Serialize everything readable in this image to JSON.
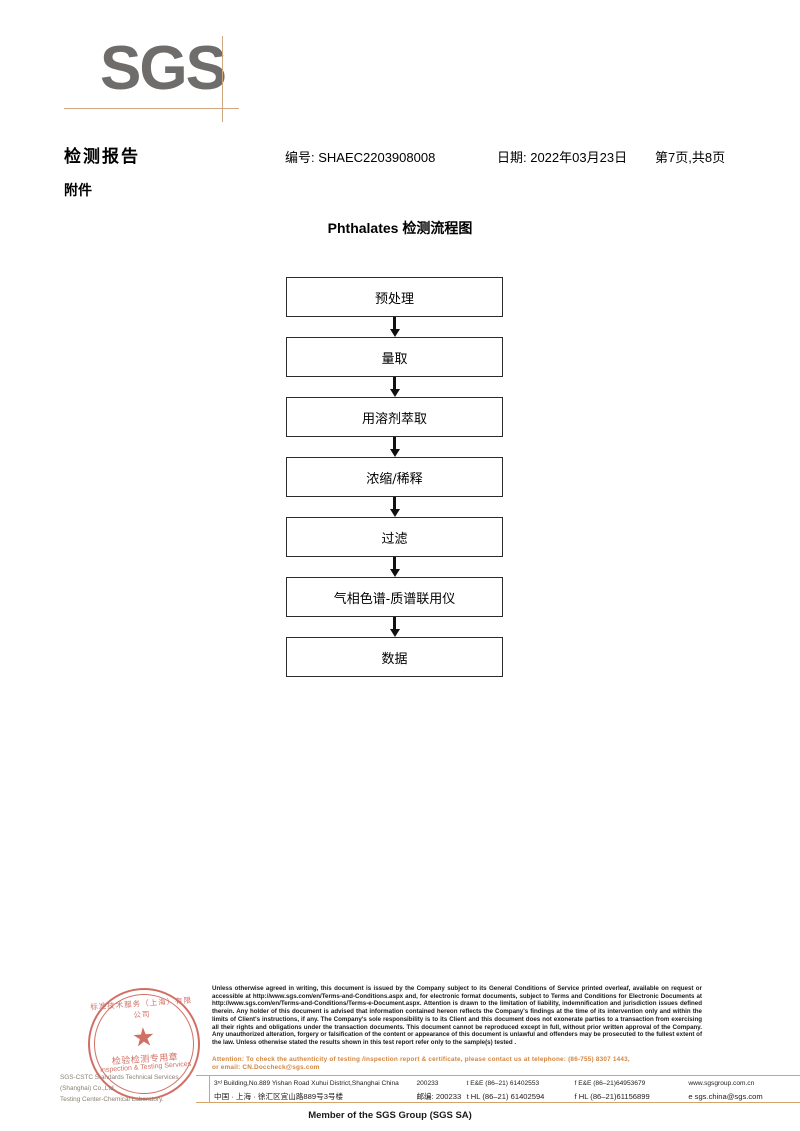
{
  "logo": {
    "wordmark": "SGS"
  },
  "header": {
    "title": "检测报告",
    "subtitle": "附件",
    "report_no": "编号: SHAEC2203908008",
    "date": "日期: 2022年03月23日",
    "page": "第7页,共8页"
  },
  "flowchart": {
    "title": "Phthalates 检测流程图",
    "steps": [
      {
        "label": "预处理"
      },
      {
        "label": "量取"
      },
      {
        "label": "用溶剂萃取"
      },
      {
        "label": "浓缩/稀释"
      },
      {
        "label": "过滤"
      },
      {
        "label": "气相色谱-质谱联用仪"
      },
      {
        "label": "数据"
      }
    ]
  },
  "stamp": {
    "arc_top": "标准技术服务（上海）有限公司",
    "cn_label": "检验检测专用章",
    "en_label": "Inspection & Testing Services",
    "star": "★",
    "color": "#c0392b"
  },
  "footer": {
    "company_line1": "SGS-CSTC Standards Technical Services (Shanghai) Co.,Ltd.",
    "company_line2": "Testing Center-Chemical Laboratory.",
    "legal": "Unless otherwise agreed in writing, this document is issued by the Company subject to its General Conditions of Service printed overleaf, available on request or accessible at http://www.sgs.com/en/Terms-and-Conditions.aspx and, for electronic format documents, subject to Terms and Conditions for Electronic Documents at http://www.sgs.com/en/Terms-and-Conditions/Terms-e-Document.aspx. Attention is drawn to the limitation of liability, indemnification and jurisdiction issues defined therein. Any holder of this document is advised that information contained hereon reflects the Company's findings at the time of its intervention only and within the limits of Client's instructions, if any. The Company's sole responsibility is to its Client and this document does not exonerate parties to a transaction from exercising all their rights and obligations under the transaction documents. This document cannot be reproduced except in full, without prior written approval of the Company. Any unauthorized alteration, forgery or falsification of the content or appearance of this document is unlawful and offenders may be prosecuted to the fullest extent of the law. Unless otherwise stated the results shown in this test report refer only to the sample(s) tested .",
    "attention_line1": "Attention: To check the authenticity of testing /inspection report & certificate, please contact us at telephone: (86-755) 8307 1443,",
    "attention_line2": "or email: CN.Doccheck@sgs.com",
    "attention_color": "#d4853f",
    "address": {
      "en_street": "3ʳᵈ Building,No.889 Yishan Road Xuhui District,Shanghai China",
      "en_zip": "200233",
      "en_tel": "t E&E (86–21) 61402553",
      "en_fax": "f E&E (86–21)64953679",
      "en_web": "www.sgsgroup.com.cn",
      "cn_street": "中国 · 上海 · 徐汇区宜山路889号3号楼",
      "cn_zip": "邮编: 200233",
      "cn_tel": "t HL (86–21) 61402594",
      "cn_fax": "f HL (86–21)61156899",
      "cn_email": "e  sgs.china@sgs.com"
    },
    "member": "Member of the SGS Group (SGS SA)"
  }
}
